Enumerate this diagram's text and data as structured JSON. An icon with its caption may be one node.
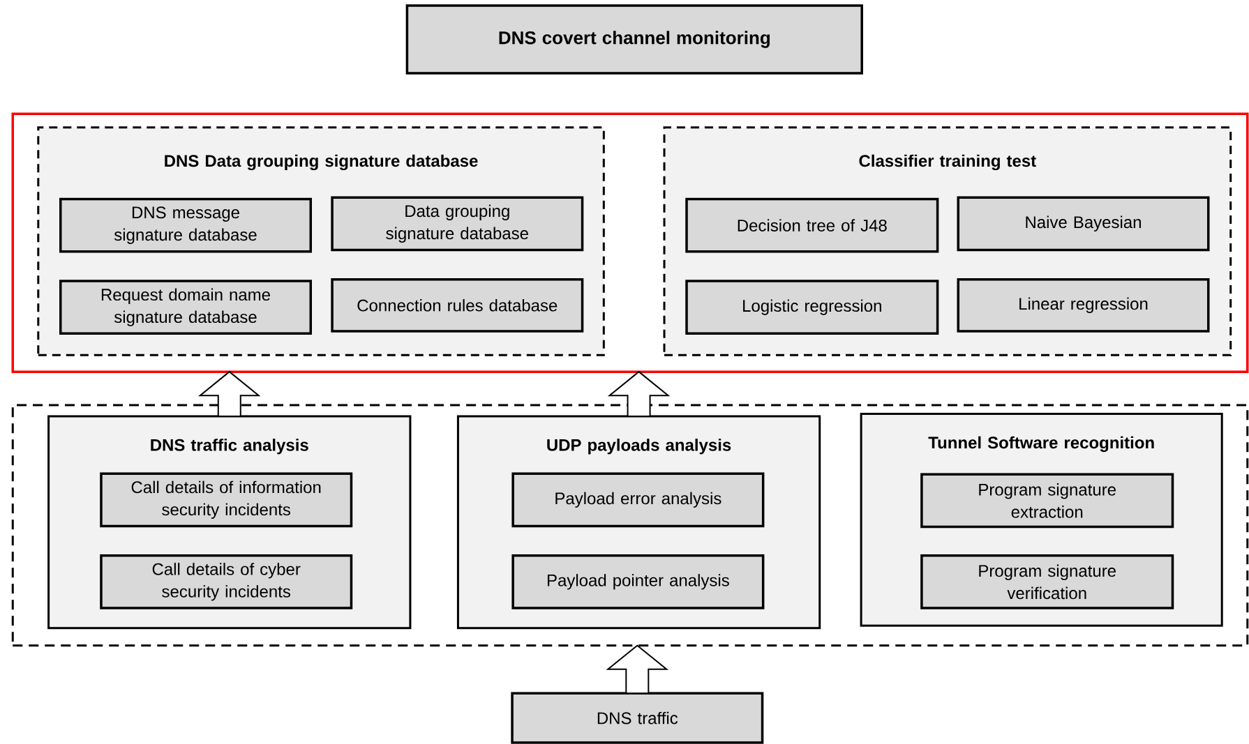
{
  "diagram": {
    "nodes": [
      {
        "text": [
          "DNS covert channel monitoring"
        ]
      },
      {
        "text": [],
        "shape": "box"
      },
      {
        "text": [
          "DNS Data grouping signature database"
        ],
        "in": 1
      },
      {
        "text": [
          "DNS message signature database"
        ],
        "in": 2
      },
      {
        "text": [
          "Data grouping signature database"
        ],
        "in": 2
      },
      {
        "text": [
          "Request domain name signature database"
        ],
        "in": 2
      },
      {
        "text": [
          "Connection rules database"
        ],
        "in": 2
      },
      {
        "text": [
          "Classifier training test"
        ],
        "in": 1
      },
      {
        "text": [
          "Decision tree of J48"
        ],
        "in": 7
      },
      {
        "text": [
          "Naive Bayesian"
        ],
        "in": 7
      },
      {
        "text": [
          "Logistic regression"
        ],
        "in": 7
      },
      {
        "text": [
          "Linear regression"
        ],
        "in": 7
      },
      {
        "text": [],
        "shape": "box"
      },
      {
        "text": [
          "DNS traffic analysis"
        ],
        "in": 12
      },
      {
        "text": [
          "Call details of information security incidents"
        ],
        "in": 13
      },
      {
        "text": [
          "Call details of cyber security incidents"
        ],
        "in": 13
      },
      {
        "text": [
          "UDP payloads analysis"
        ],
        "in": 12
      },
      {
        "text": [
          "Payload error analysis"
        ],
        "in": 16
      },
      {
        "text": [
          "Payload pointer analysis"
        ],
        "in": 16
      },
      {
        "text": [
          "Tunnel Software recognition"
        ],
        "in": 12
      },
      {
        "text": [
          "Program signature extraction"
        ],
        "in": 19
      },
      {
        "text": [
          "Program signature verification"
        ],
        "in": 19
      },
      {
        "text": [
          "DNS traffic"
        ]
      }
    ],
    "edges": [
      {
        "from": 13,
        "to": 1,
        "arrow": "to"
      },
      {
        "from": 16,
        "to": 1,
        "arrow": "to"
      },
      {
        "from": 22,
        "to": 12,
        "arrow": "to"
      }
    ]
  }
}
